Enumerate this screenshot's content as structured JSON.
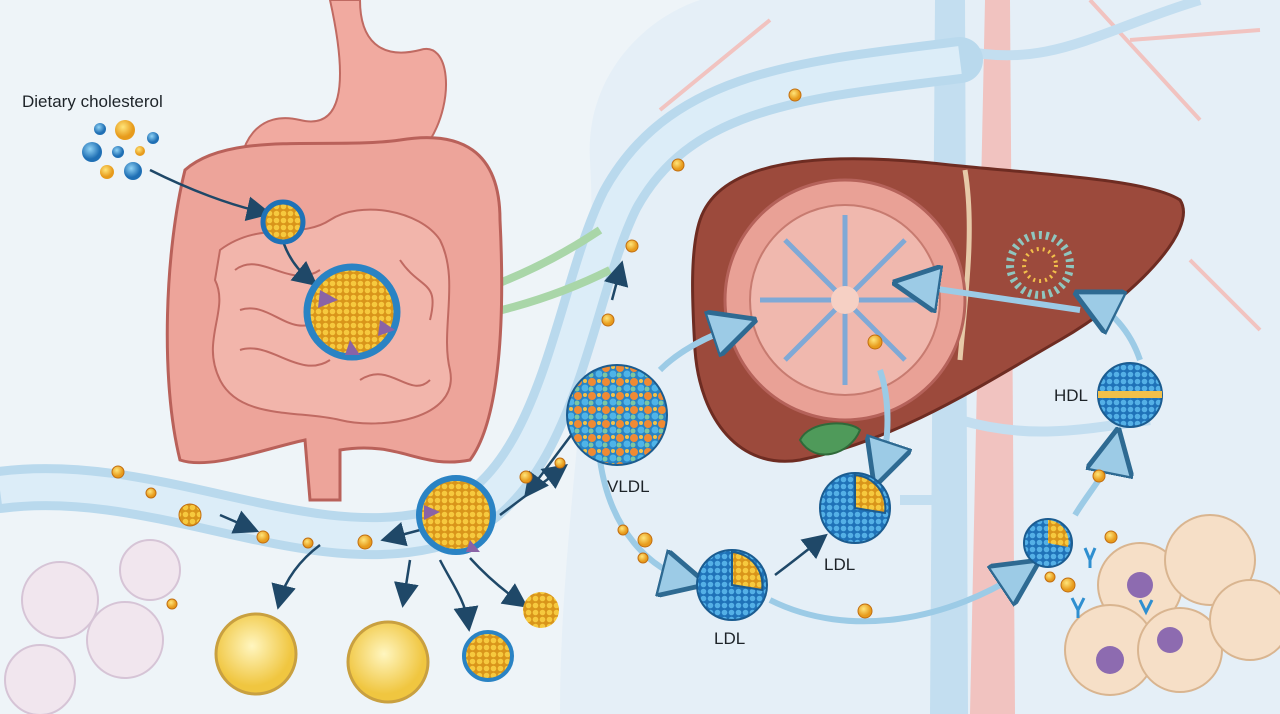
{
  "labels": {
    "dietary": "Dietary cholesterol",
    "vldl": "VLDL",
    "ldl_lower": "LDL",
    "ldl_upper": "LDL",
    "hdl": "HDL"
  },
  "colors": {
    "background": "#eef4f8",
    "vessel": "#bcdcee",
    "artery": "#f1c3c0",
    "liver": "#9c4a3c",
    "intestine": "#eda49a",
    "cholesterol_yellow": "#f2b632",
    "phospholipid_blue": "#2f8fd0",
    "arrow": "#1f4868"
  }
}
